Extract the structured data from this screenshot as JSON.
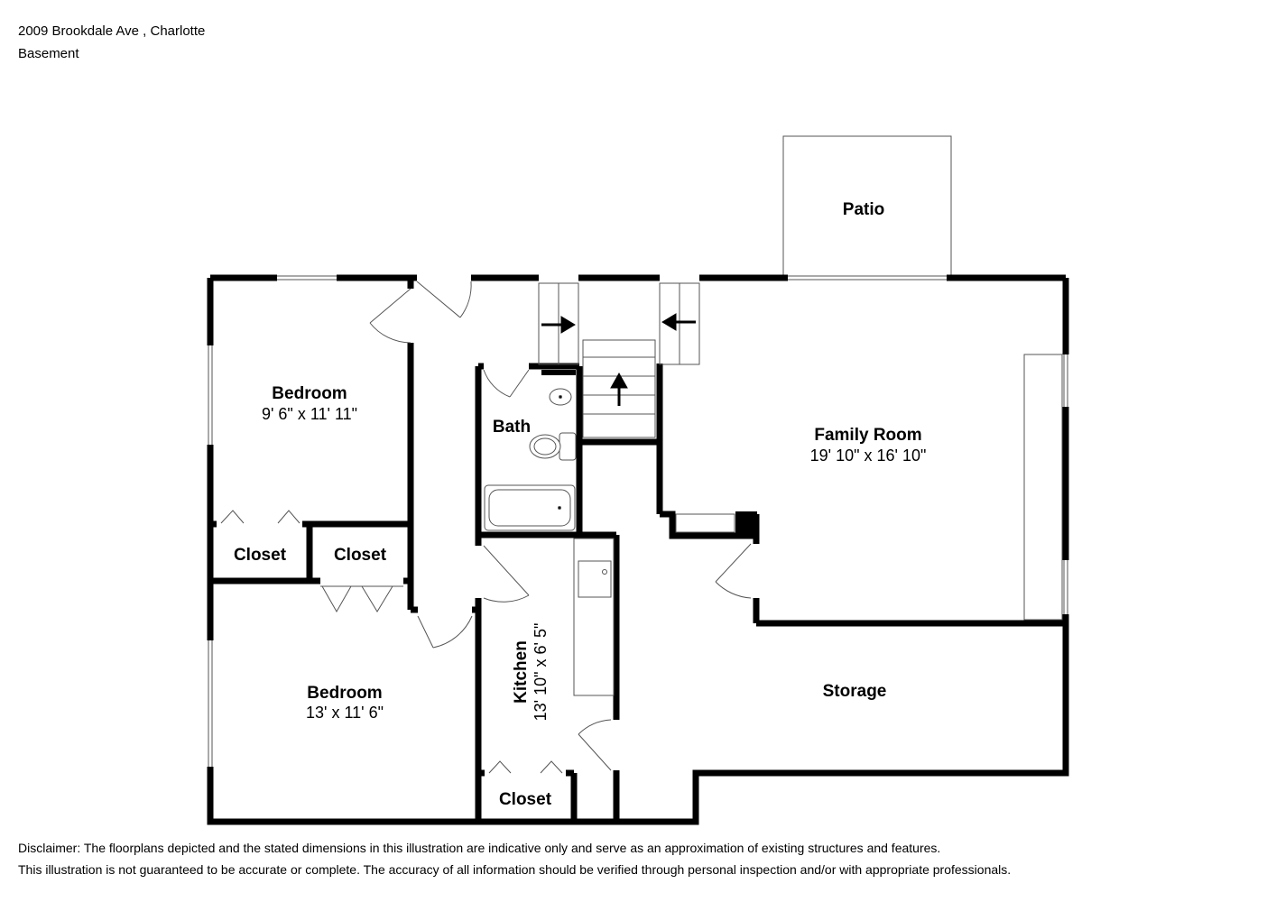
{
  "header": {
    "address": "2009 Brookdale Ave , Charlotte",
    "level": "Basement"
  },
  "rooms": {
    "patio": {
      "name": "Patio"
    },
    "bedroom_top": {
      "name": "Bedroom",
      "dims": "9' 6\" x 11' 11\""
    },
    "bath": {
      "name": "Bath"
    },
    "family_room": {
      "name": "Family Room",
      "dims": "19' 10\" x 16' 10\""
    },
    "closet_left": {
      "name": "Closet"
    },
    "closet_right": {
      "name": "Closet"
    },
    "bedroom_bottom": {
      "name": "Bedroom",
      "dims": "13' x 11' 6\""
    },
    "kitchen": {
      "name": "Kitchen",
      "dims": "13' 10\" x 6' 5\""
    },
    "storage": {
      "name": "Storage"
    },
    "closet_kitchen": {
      "name": "Closet"
    }
  },
  "disclaimer": {
    "line1": "Disclaimer: The floorplans depicted and the stated dimensions in this illustration are indicative only and serve as an approximation of existing structures and features.",
    "line2": "This illustration is not guaranteed to be accurate or complete. The accuracy of all information should be verified through personal inspection and/or with appropriate professionals."
  },
  "colors": {
    "wall": "#000000",
    "background": "#ffffff",
    "thin_line": "#555555"
  }
}
